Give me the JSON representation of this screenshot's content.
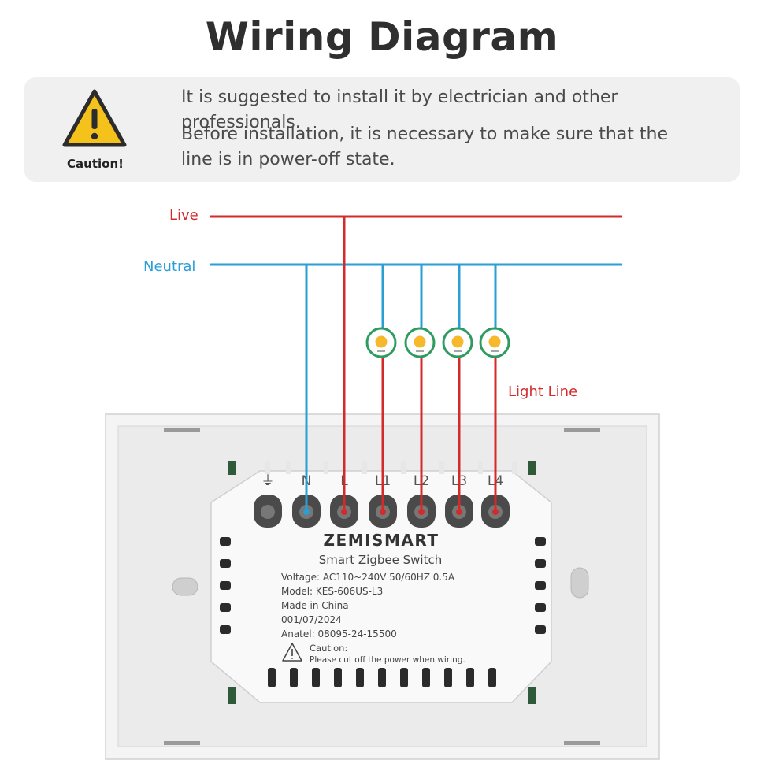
{
  "title": "Wiring Diagram",
  "caution": {
    "label": "Caution!",
    "line1": "It is suggested to install it by electrician and other professionals.",
    "line2": "Before installation, it is necessary to make sure that the line is in power-off state.",
    "icon": "warning-triangle-icon"
  },
  "wires": {
    "live_label": "Live",
    "neutral_label": "Neutral",
    "light_label": "Light Line",
    "live_color": "#d42a2a",
    "neutral_color": "#2a9fd6",
    "lamp_ring_color": "#2e9b5f",
    "lamp_color": "#f6b92b"
  },
  "terminals": {
    "ground": "⏚",
    "n": "N",
    "l": "L",
    "l1": "L1",
    "l2": "L2",
    "l3": "L3",
    "l4": "L4"
  },
  "device": {
    "brand": "ZEMISMART",
    "name": "Smart Zigbee Switch",
    "voltage": "Voltage: AC110~240V  50/60HZ  0.5A",
    "model": "Model: KES-606US-L3",
    "origin": "Made in China",
    "date": "001/07/2024",
    "anatel": "Anatel: 08095-24-15500",
    "caution_title": "Caution:",
    "caution_text": "Please cut off the power when wiring."
  }
}
